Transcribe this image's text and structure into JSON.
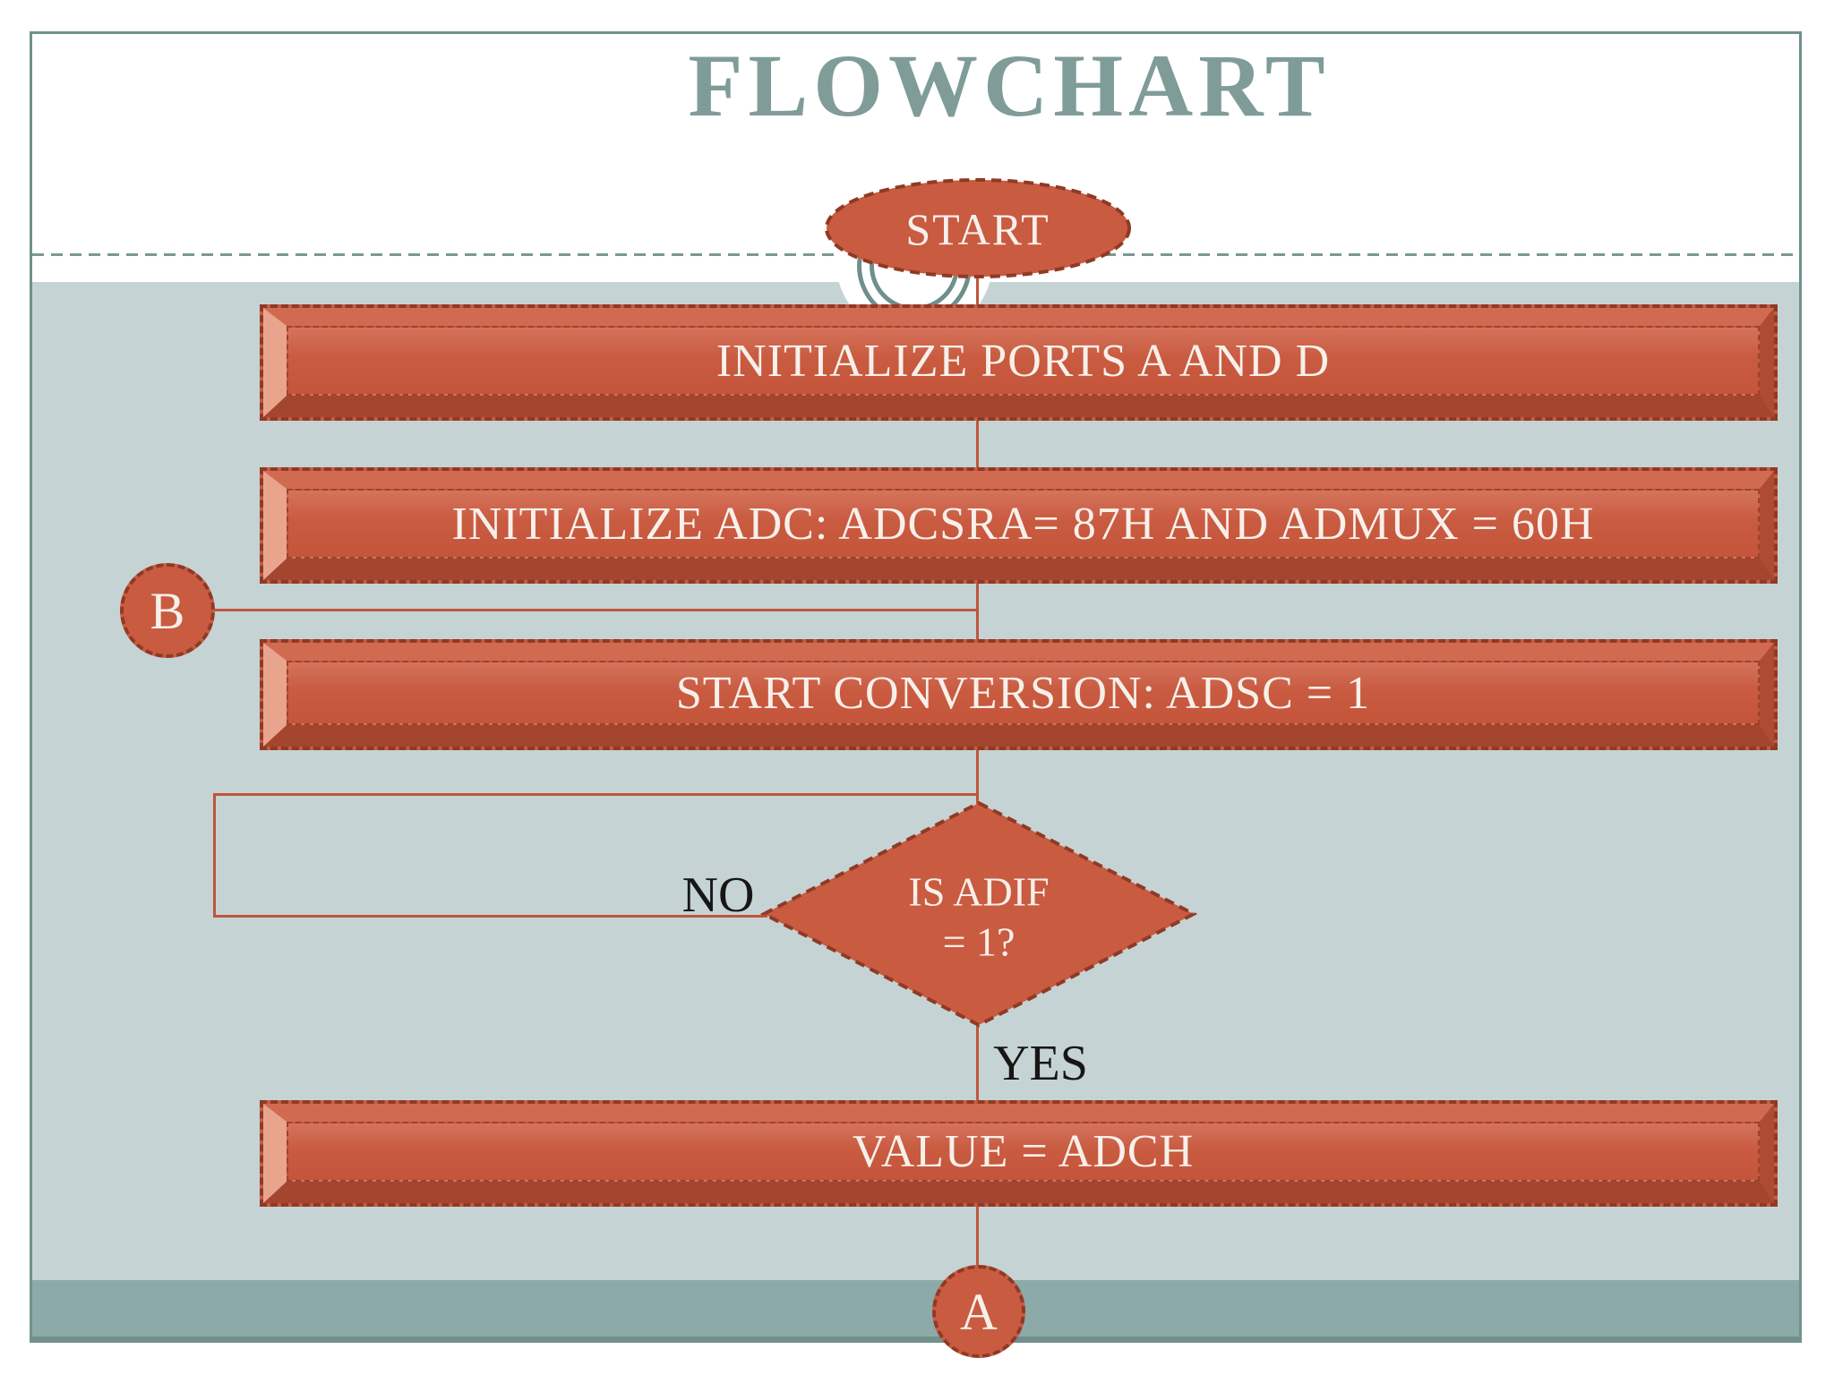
{
  "slide": {
    "title": "FLOWCHART",
    "flowchart": {
      "start_label": "START",
      "steps": [
        {
          "id": "init-ports",
          "label": "INITIALIZE PORTS A AND D"
        },
        {
          "id": "init-adc",
          "label": "INITIALIZE ADC: ADCSRA= 87H AND ADMUX = 60H"
        },
        {
          "id": "start-conversion",
          "label": "START CONVERSION: ADSC = 1"
        },
        {
          "id": "store-value",
          "label": "VALUE = ADCH"
        }
      ],
      "decision": {
        "line1": "IS ADIF",
        "line2": "= 1?"
      },
      "branch_labels": {
        "no": "NO",
        "yes": "YES"
      },
      "offpage_connectors": {
        "left": "B",
        "bottom": "A"
      }
    },
    "colors": {
      "shape_fill": "#c95b41",
      "shape_border_dashed": "#8e3a26",
      "bevel_light": "#e9a48e",
      "bevel_dark": "#a4462f",
      "connector_line": "#bf553d",
      "title_text": "#7f9c99",
      "frame_border": "#71918e",
      "content_band": "#c6d3d4",
      "footer_band": "#8caaa8",
      "branch_label_text": "#161616",
      "shape_text": "#f7f0ea"
    }
  }
}
